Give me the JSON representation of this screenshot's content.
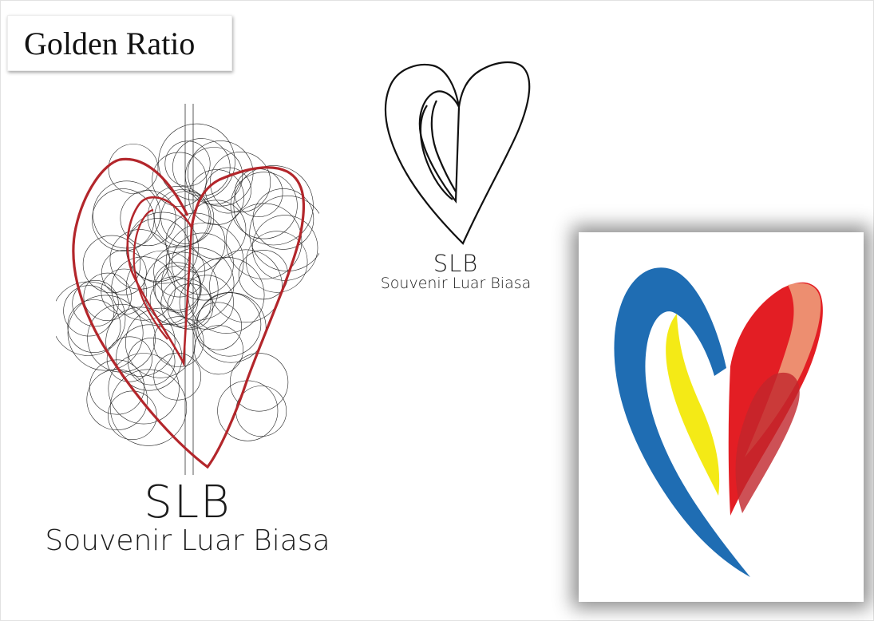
{
  "title": "Golden Ratio",
  "construction": {
    "abbr": "SLB",
    "name": "Souvenir Luar Biasa",
    "outline_color": "#b3262b"
  },
  "outline_logo": {
    "abbr": "SLB",
    "name": "Souvenir Luar Biasa"
  },
  "color_logo": {
    "blue": "#1f6db3",
    "yellow": "#f4ea16",
    "red": "#e31e24",
    "dark_red": "#c0262c",
    "peach": "#efa27e"
  }
}
